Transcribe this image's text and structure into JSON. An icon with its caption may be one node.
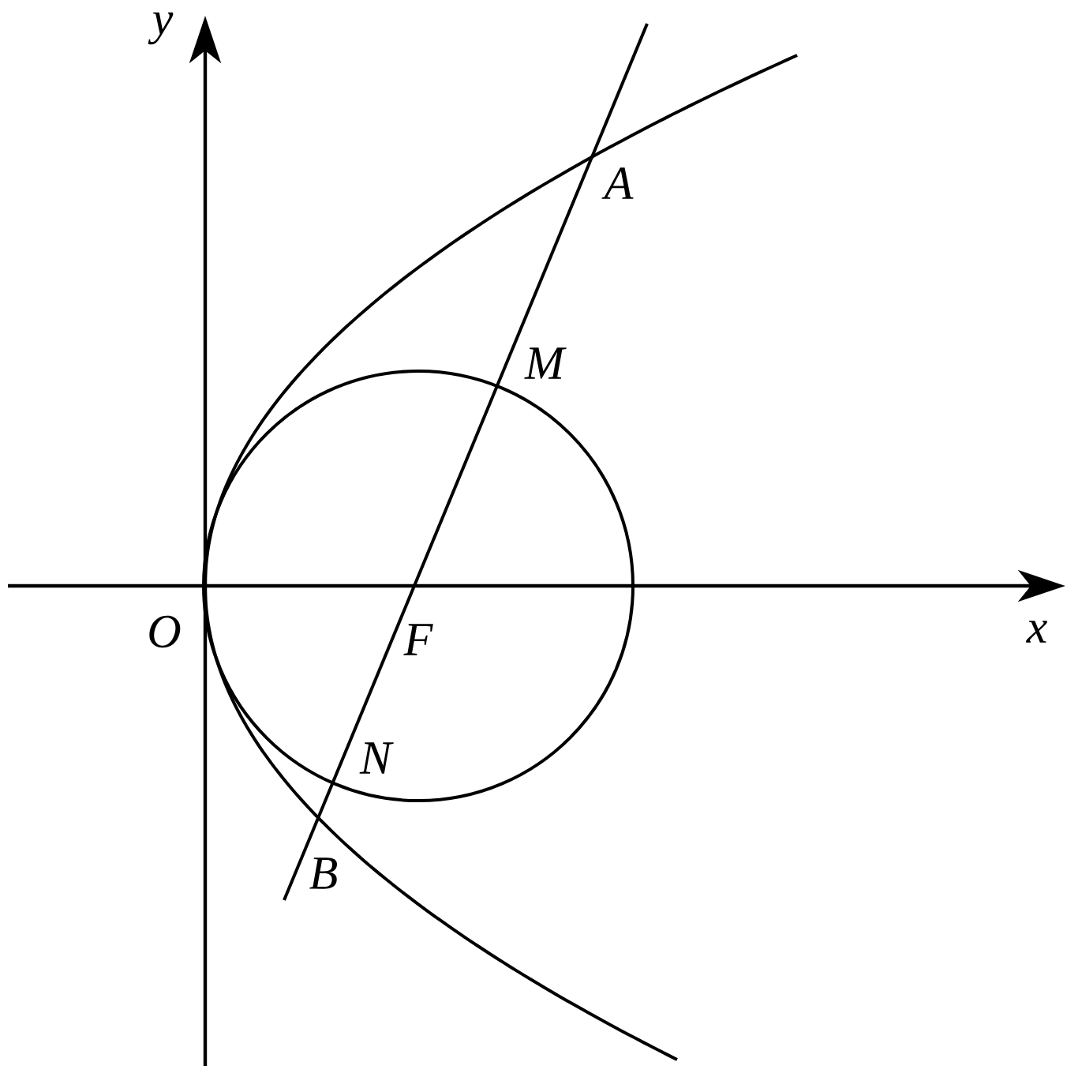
{
  "diagram": {
    "labels": [
      "y",
      "x",
      "O",
      "F",
      "A",
      "M",
      "N",
      "B"
    ]
  }
}
